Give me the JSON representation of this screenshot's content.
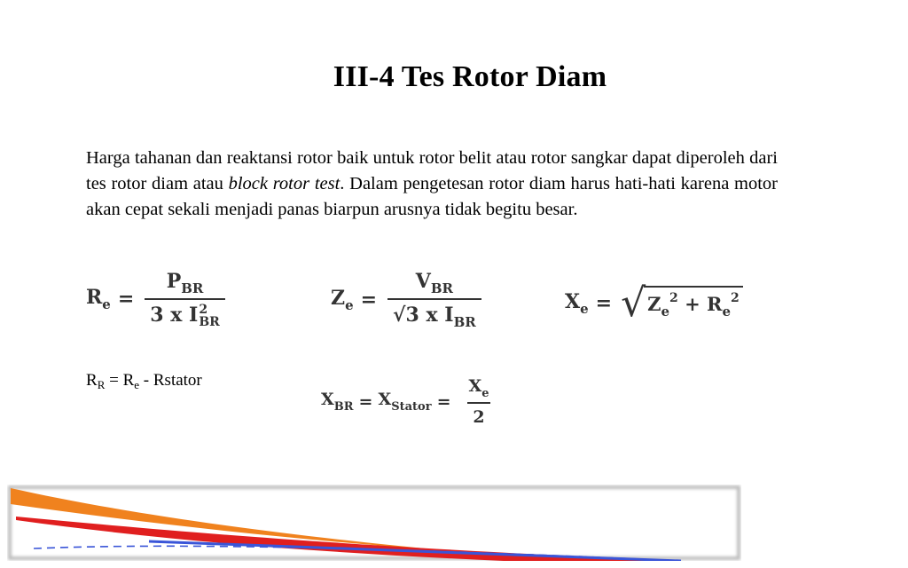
{
  "slide": {
    "title": "III-4  Tes Rotor Diam",
    "paragraph": {
      "part1": "Harga tahanan dan reaktansi rotor baik untuk rotor belit atau rotor sangkar dapat diperoleh dari tes rotor diam atau ",
      "italic": "block rotor test",
      "part2": ". Dalam pengetesan rotor diam harus hati-hati karena motor akan cepat sekali menjadi panas biarpun arusnya tidak begitu besar."
    },
    "eq_re": {
      "lhs": "R",
      "lhs_sub": "e",
      "eq": "=",
      "num": "P",
      "num_sub": "BR",
      "den": "3 x I",
      "den_sup": "2",
      "den_sub": "BR"
    },
    "eq_ze": {
      "lhs": "Z",
      "lhs_sub": "e",
      "eq": "=",
      "num": "V",
      "num_sub": "BR",
      "den_root": "√3",
      "den": " x I",
      "den_sub": "BR"
    },
    "eq_xe": {
      "lhs": "X",
      "lhs_sub": "e",
      "eq": "=",
      "radical": "√",
      "t1": "Z",
      "t1_sub": "e",
      "t1_sup": "2",
      "plus": "+",
      "t2": "R",
      "t2_sub": "e",
      "t2_sup": "2"
    },
    "rr_line": {
      "a": "R",
      "a_sub": "R",
      "eq": " = ",
      "b": "R",
      "b_sub": "e",
      "rest": " - Rstator"
    },
    "eq_xbr": {
      "a": "X",
      "a_sub": "BR",
      "eq1": "=",
      "b": "X",
      "b_sub": "Stator",
      "eq2": "=",
      "num": "X",
      "num_sub": "e",
      "den": "2"
    },
    "colors": {
      "orange": "#f0821e",
      "red": "#e01f1f",
      "blue": "#3a55d8",
      "frame": "#bdbdbd"
    }
  }
}
